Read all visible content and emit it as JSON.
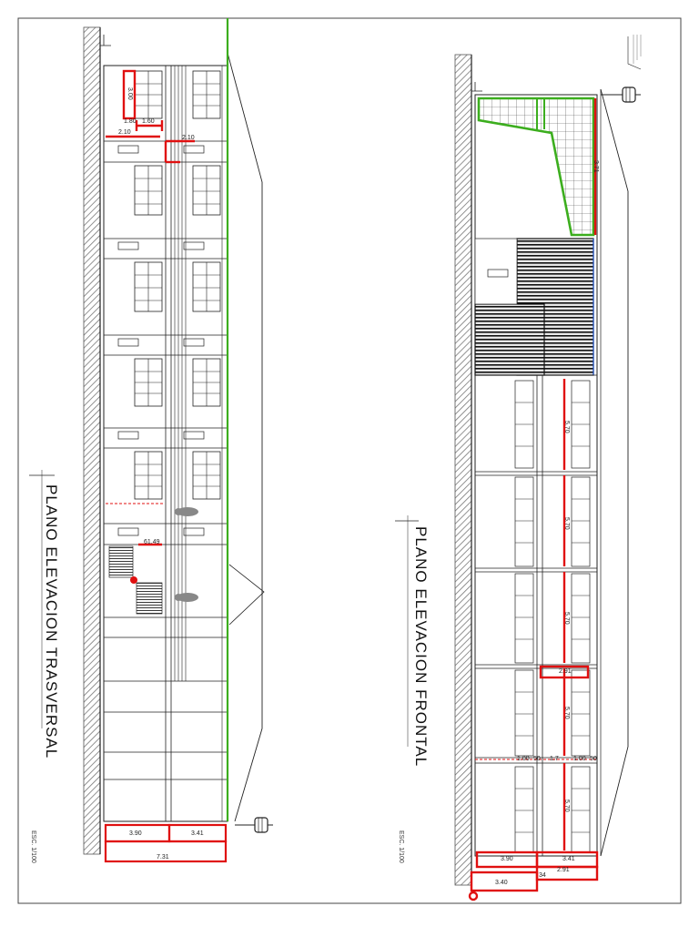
{
  "titles": {
    "left": "PLANO ELEVACION TRASVERSAL",
    "right": "PLANO ELEVACION FRONTAL"
  },
  "scale": {
    "left": "ESC. 1/100",
    "right": "ESC. 1/100"
  },
  "left_dims": {
    "d_300": "3.00",
    "d_180": "1.80",
    "d_160": "1.60",
    "d_210a": "2.10",
    "d_210b": "2.10",
    "d_6149": "61.49",
    "d_390": "3.90",
    "d_341": "3.41",
    "d_731": "7.31"
  },
  "right_dims": {
    "d_371": "3.71",
    "d_570a": "5.70",
    "d_570b": "5.70",
    "d_570c": "5.70",
    "d_570d": "5.70",
    "d_570e": "5.70",
    "d_291a": "2.91",
    "d_100a": "1.00",
    "d_50a": "50",
    "d_17": "1.7",
    "d_100b": "1.00",
    "d_50b": "50",
    "d_390": "3.90",
    "d_341": "3.41",
    "d_291b": "2.91",
    "d_340": "3.40",
    "d_34": "34"
  },
  "colors": {
    "red": "#e01010",
    "green": "#3cae1e",
    "ink": "#222222",
    "hatch": "#777777"
  },
  "icons": {
    "north_marker": "ornament-icon",
    "person_silhouette": "person-icon"
  }
}
